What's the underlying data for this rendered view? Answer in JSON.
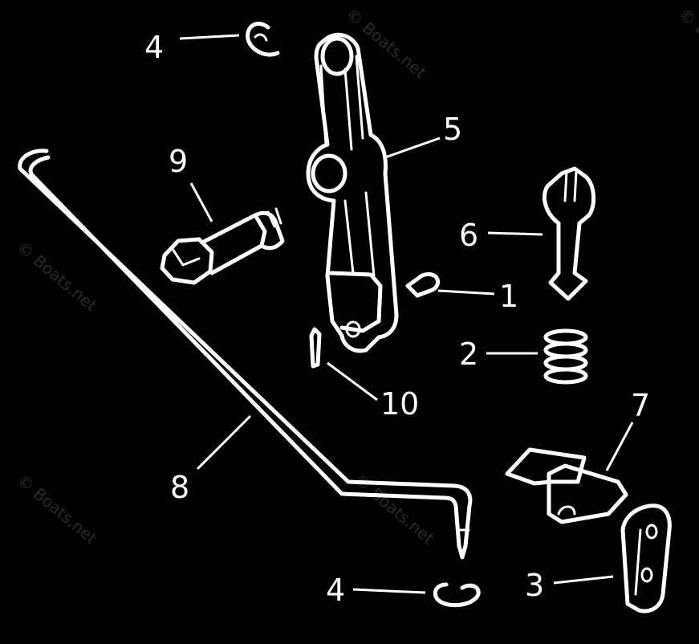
{
  "labels": {
    "p1": "1",
    "p2": "2",
    "p3": "3",
    "p4a": "4",
    "p4b": "4",
    "p5": "5",
    "p6": "6",
    "p7": "7",
    "p8": "8",
    "p9": "9",
    "p10": "10"
  },
  "watermark": "© Boats.net",
  "colors": {
    "background": "#000000",
    "line": "#ffffff"
  }
}
